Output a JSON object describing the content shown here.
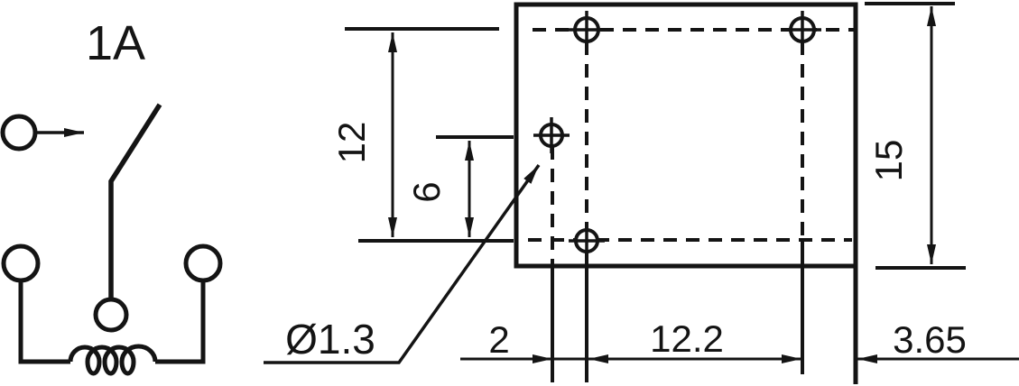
{
  "colors": {
    "ink": "#141414",
    "background": "#ffffff"
  },
  "schematic": {
    "title": "1A"
  },
  "footprint": {
    "dims": {
      "row_spacing": "12",
      "mid_row_spacing": "6",
      "body_height": "15",
      "hole_diameter": "Ø1.3",
      "col_gap": "2",
      "col_span": "12.2",
      "edge_offset": "3.65"
    }
  }
}
